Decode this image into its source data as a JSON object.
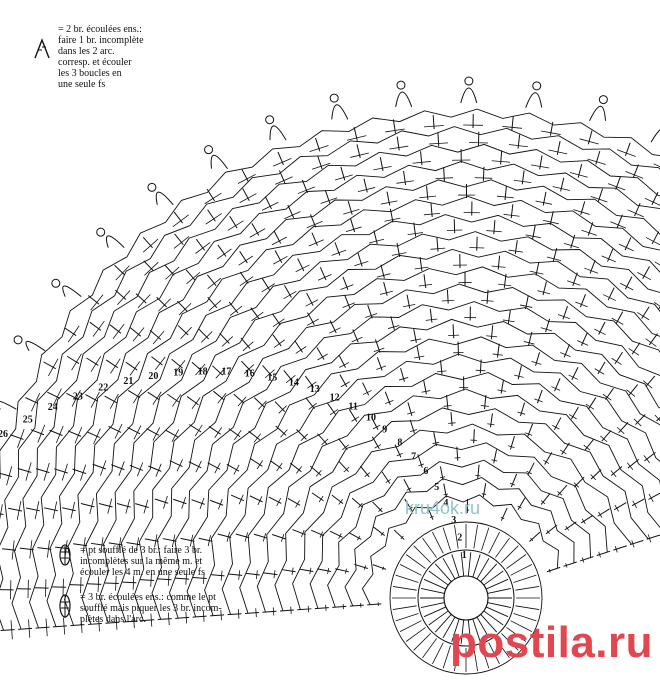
{
  "legend": [
    {
      "id": "dec2",
      "text": "= 2 br. écoulées ens.:\nfaire 1 br. incomplète\ndans les 2 arc.\ncorresp. et écouler\nles 3 boucles en\nune seule fs"
    },
    {
      "id": "puff3",
      "text": "= pt soufflé de 3 br.: faire 3 br.\nincomplètes sur la même m. et\nécouler les 4 m. en une seule fs"
    },
    {
      "id": "cl3",
      "text": "= 3 br. écoulées ens.: comme le pt\nsoufflé mais piquer les 3 br. incom-\nplètes dans l'arc."
    }
  ],
  "row_numbers": [
    "1",
    "2",
    "3",
    "4",
    "5",
    "6",
    "7",
    "8",
    "9",
    "10",
    "11",
    "12",
    "13",
    "14",
    "15",
    "16",
    "17",
    "18",
    "19",
    "20",
    "21",
    "22",
    "23",
    "24",
    "25",
    "26"
  ],
  "watermarks": {
    "top": "kru4ok.ru",
    "bottom": "postila.ru"
  },
  "colors": {
    "ink": "#111111",
    "watermark_top": "#8ec6c8",
    "watermark_bottom": "#e2464f"
  }
}
